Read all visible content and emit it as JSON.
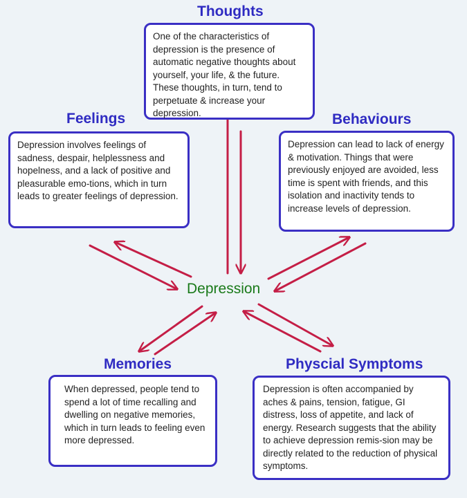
{
  "center": {
    "label": "Depression"
  },
  "nodes": {
    "thoughts": {
      "title": "Thoughts",
      "text": "One of the characteristics of depression is the presence of automatic negative thoughts about yourself, your life, & the future. These thoughts, in turn, tend to perpetuate & increase your depression."
    },
    "feelings": {
      "title": "Feelings",
      "text": "Depression involves feelings of sadness, despair, helplessness and hopelness, and a lack of positive and pleasurable emo-tions, which in turn leads to greater feelings of depression."
    },
    "behaviours": {
      "title": "Behaviours",
      "text": "Depression can lead to lack of energy & motivation. Things that were previously enjoyed are avoided, less time is spent with friends, and this isolation and inactivity tends to increase levels of depression."
    },
    "memories": {
      "title": "Memories",
      "text": "When depressed, people tend to spend a lot of time recalling and dwelling on negative memories, which in turn leads to feeling even more depressed."
    },
    "physical": {
      "title": "Physcial Symptoms",
      "text": "Depression is often accompanied by aches & pains, tension, fatigue, GI distress, loss of appetite, and lack of energy. Research suggests that the ability to achieve depression remis-sion may be directly related to the reduction of physical symptoms."
    }
  },
  "colors": {
    "arrow": "#c41e46",
    "border": "#3a2fc4",
    "heading": "#2f2bc2",
    "center": "#1a7a1a"
  }
}
